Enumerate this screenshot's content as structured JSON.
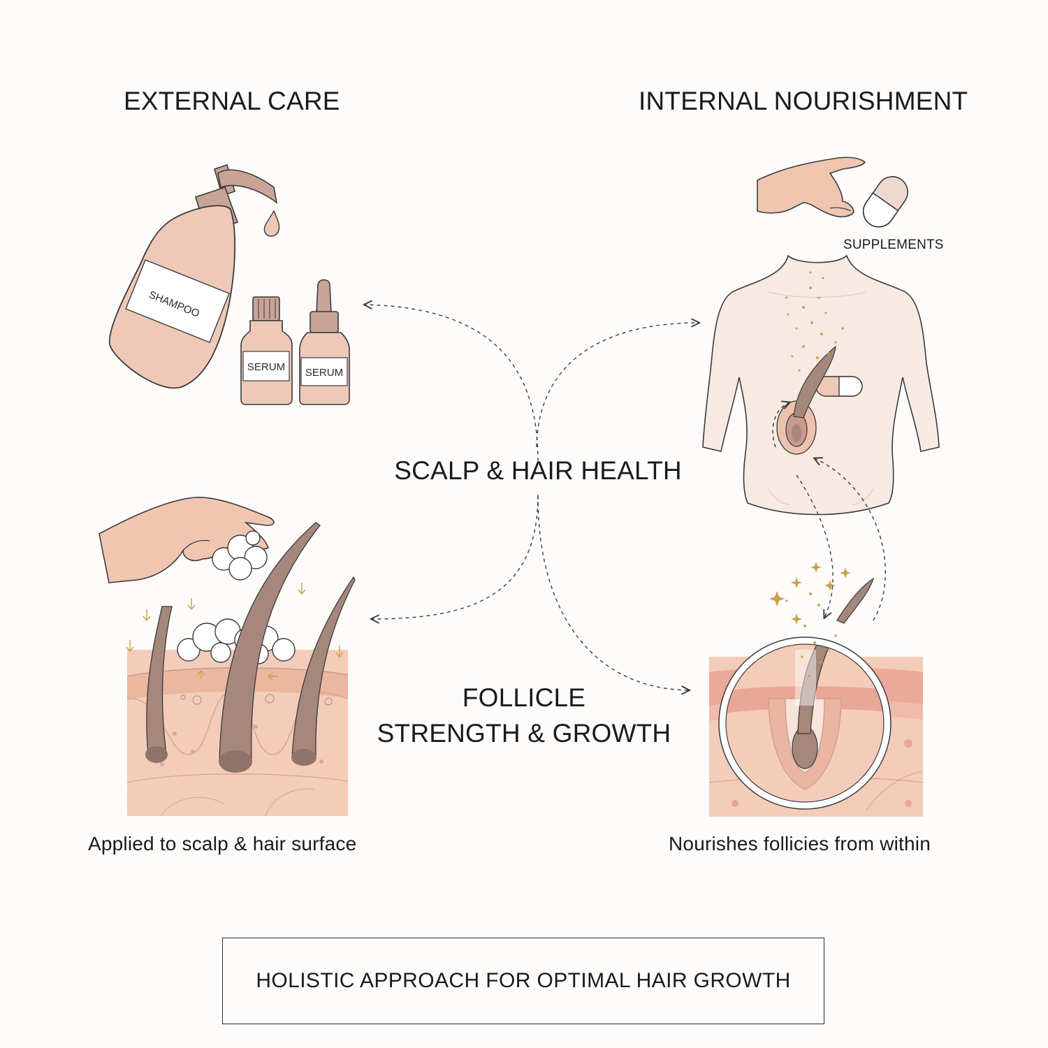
{
  "headers": {
    "left": "EXTERNAL CARE",
    "right": "INTERNAL NOURISHMENT"
  },
  "center": {
    "top": "SCALP & HAIR HEALTH",
    "bottom_line1": "FOLLICLE",
    "bottom_line2": "STRENGTH & GROWTH"
  },
  "captions": {
    "left": "Applied to scalp & hair surface",
    "right": "Nourishes follicies from within"
  },
  "labels": {
    "shampoo": "SHAMPOO",
    "serum_1": "SERUM",
    "serum_2": "SERUM",
    "supplements": "SUPPLEMENTS"
  },
  "footer": "HOLISTIC APPROACH FOR OPTIMAL HAIR GROWTH",
  "colors": {
    "skin": "#f0c6b1",
    "skin_dark": "#e5b29b",
    "bottle": "#efc9b8",
    "cap": "#c8a497",
    "hair": "#a5877c",
    "body": "#f7eae2",
    "gold": "#c9a24a",
    "line": "#3a3a3a"
  },
  "icons": {
    "shampoo": "shampoo-bottle-icon",
    "serum": "dropper-bottle-icon",
    "capsule": "capsule-icon",
    "hand": "hand-icon",
    "torso": "torso-icon",
    "follicle": "hair-follicle-icon",
    "foam": "foam-icon",
    "magnifier": "magnifier-circle-icon"
  }
}
